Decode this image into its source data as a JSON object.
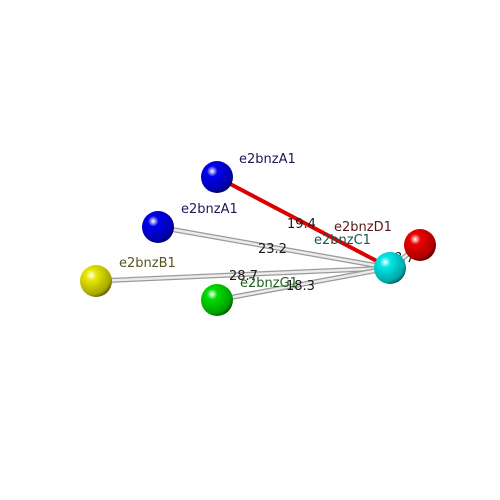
{
  "diagram": {
    "type": "distance-network",
    "nodes": [
      {
        "id": "A1a",
        "label": "e2bnzA1",
        "color": "#0000ee",
        "label_color": "#1a1a55"
      },
      {
        "id": "A1b",
        "label": "e2bnzA1",
        "color": "#0000ee",
        "label_color": "#1a1a55"
      },
      {
        "id": "B1",
        "label": "e2bnzB1",
        "color": "#e8e800",
        "label_color": "#555522"
      },
      {
        "id": "G1",
        "label": "e2bnzG1",
        "color": "#00dd00",
        "label_color": "#1f5f1f"
      },
      {
        "id": "D1",
        "label": "e2bnzD1",
        "color": "#ee0000",
        "label_color": "#5a1a1a"
      },
      {
        "id": "C1",
        "label": "e2bnzC1",
        "color": "#00e8e8",
        "label_color": "#1a5555"
      }
    ],
    "edges": [
      {
        "from": "A1a",
        "to": "C1",
        "label": "19.4",
        "color": "#dd0000",
        "highlight": true
      },
      {
        "from": "A1b",
        "to": "C1",
        "label": "23.2",
        "color": "#cccccc",
        "highlight": false
      },
      {
        "from": "B1",
        "to": "C1",
        "label": "28.7",
        "color": "#cccccc",
        "highlight": false
      },
      {
        "from": "G1",
        "to": "C1",
        "label": "18.3",
        "color": "#cccccc",
        "highlight": false
      },
      {
        "from": "D1",
        "to": "C1",
        "label": "?.7",
        "color": "#cccccc",
        "highlight": false
      }
    ]
  }
}
